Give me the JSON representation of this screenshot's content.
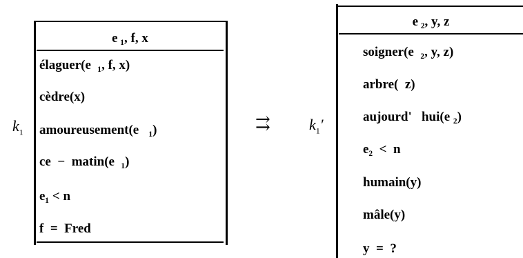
{
  "left_box": {
    "label": "k",
    "label_sub": "1",
    "header": "e ₁, f, x",
    "conditions": [
      "élaguer(e  ₁, f, x)",
      "cèdre(x)",
      "amoureusement(e   ₁)",
      "ce  −  matin(e  ₁)",
      "e₁ < n",
      "f  =  Fred"
    ]
  },
  "arrow": "⇉",
  "right_box": {
    "label": "k",
    "label_sub": "1",
    "label_prime": "′",
    "header": "e ₂, y, z",
    "conditions": [
      "soigner(e  ₂, y, z)",
      "arbre(  z)",
      "aujourd'   hui(e ₂)",
      "e₂  <  n",
      "humain(y)",
      "mâle(y)",
      "y  =  ?"
    ]
  }
}
